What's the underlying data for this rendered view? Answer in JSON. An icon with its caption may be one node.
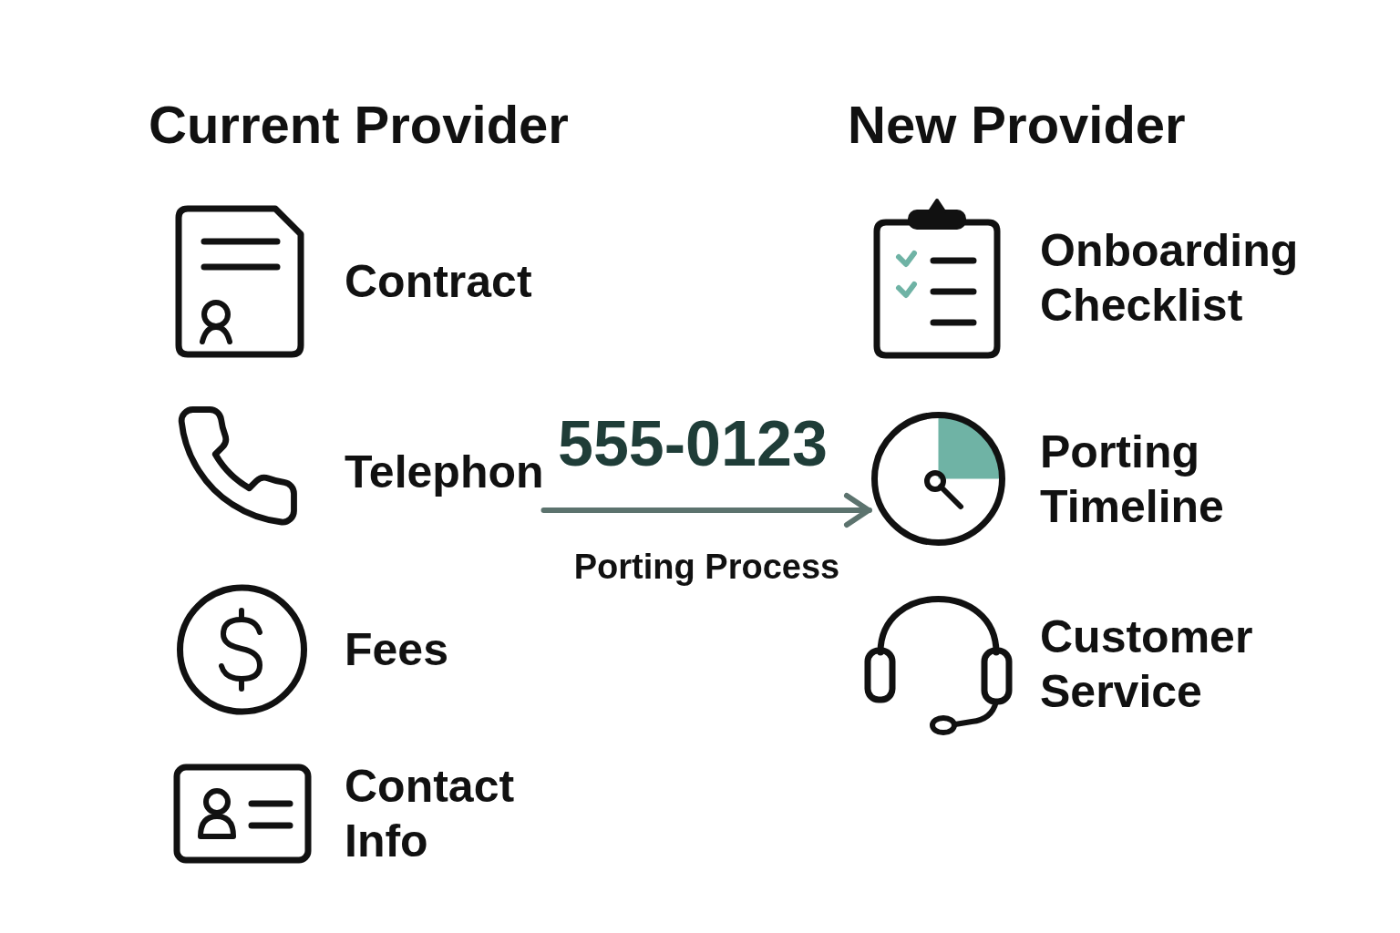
{
  "diagram": {
    "nodes": [
      {
        "text": [
          "Contract"
        ]
      },
      {
        "text": [
          "Telephon"
        ]
      },
      {
        "text": [
          "Fees"
        ]
      },
      {
        "text": [
          "Contact Info"
        ]
      },
      {
        "text": [
          "Onboarding Checklist"
        ]
      },
      {
        "text": [
          "Porting Timeline"
        ]
      },
      {
        "text": [
          "Customer Service"
        ]
      }
    ],
    "edges": [
      {
        "from": 1,
        "to": 5,
        "arrow": "to",
        "label": "Porting Process"
      }
    ],
    "labels": [
      "Current Provider",
      "New Provider",
      "555-0123"
    ]
  }
}
